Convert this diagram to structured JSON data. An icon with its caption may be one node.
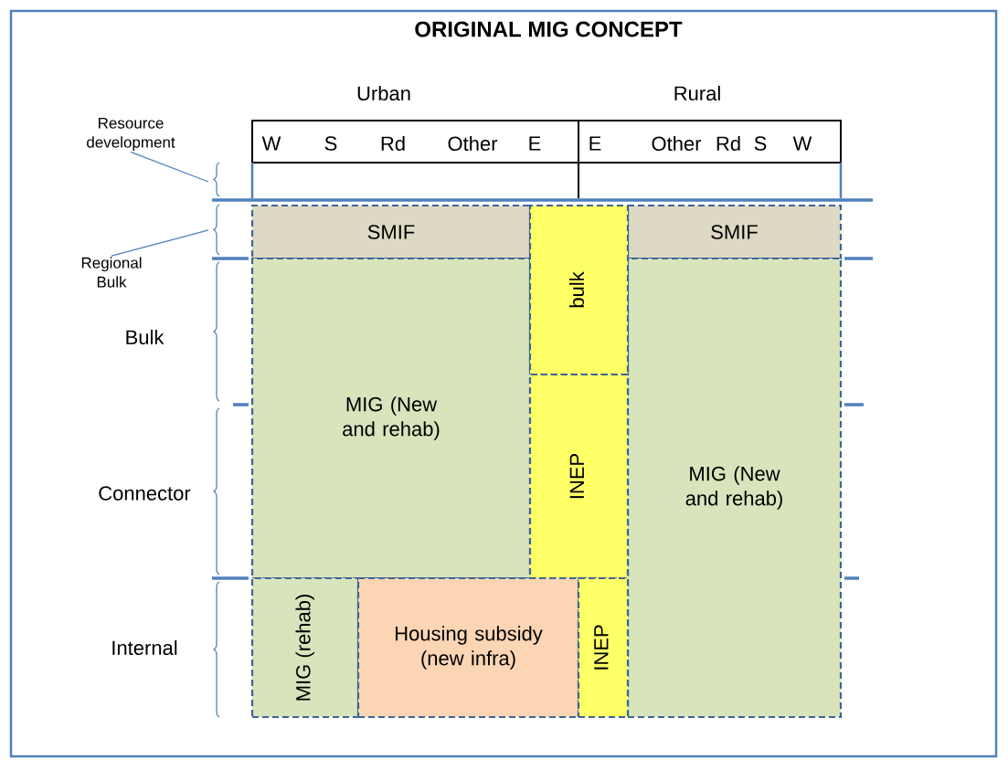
{
  "diagram": {
    "title": "ORIGINAL MIG CONCEPT",
    "nodes": [
      {
        "text": [
          "Resource development"
        ]
      },
      {
        "text": [
          "Regional Bulk"
        ]
      },
      {
        "text": [
          "SMIF"
        ]
      },
      {
        "text": [
          "SMIF"
        ]
      },
      {
        "text": [
          "MIG (New and rehab)"
        ]
      },
      {
        "text": [
          "MIG (New and rehab)"
        ]
      },
      {
        "text": [
          "bulk"
        ]
      },
      {
        "text": [
          "INEP"
        ]
      },
      {
        "text": [
          "MIG (rehab)"
        ]
      },
      {
        "text": [
          "Housing subsidy (new infra)"
        ]
      },
      {
        "text": [
          "INEP"
        ]
      }
    ],
    "edges": [
      {
        "from": 0,
        "to": null,
        "arrow": "none"
      },
      {
        "from": 1,
        "to": null,
        "arrow": "none"
      }
    ],
    "labels": [
      "Urban",
      "Rural",
      "W",
      "S",
      "Rd",
      "Other",
      "E",
      "E",
      "Other",
      "Rd",
      "S",
      "W",
      "Bulk",
      "Connector",
      "Internal"
    ]
  }
}
